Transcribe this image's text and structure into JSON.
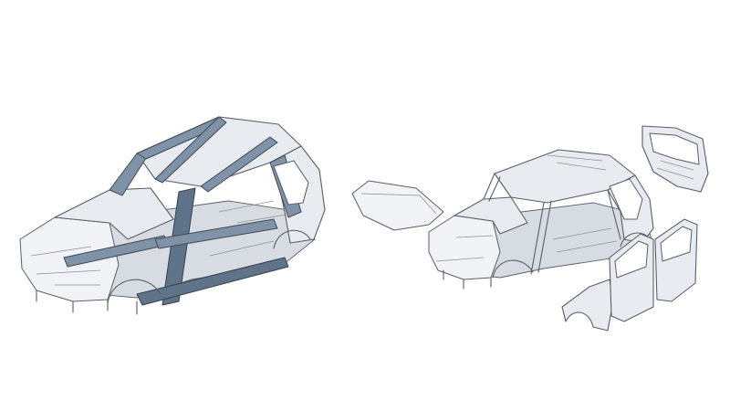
{
  "figure": {
    "background": "#ffffff",
    "colors": {
      "outline": "#5a5f66",
      "panel": "#e8ebef",
      "reinforcement": "#7f92a7",
      "reinforcement_dark": "#5f7389"
    },
    "parts": [
      "body-in-white",
      "hood",
      "stripped-body-frame",
      "tailgate",
      "front-fender",
      "front-door",
      "rear-door"
    ]
  }
}
